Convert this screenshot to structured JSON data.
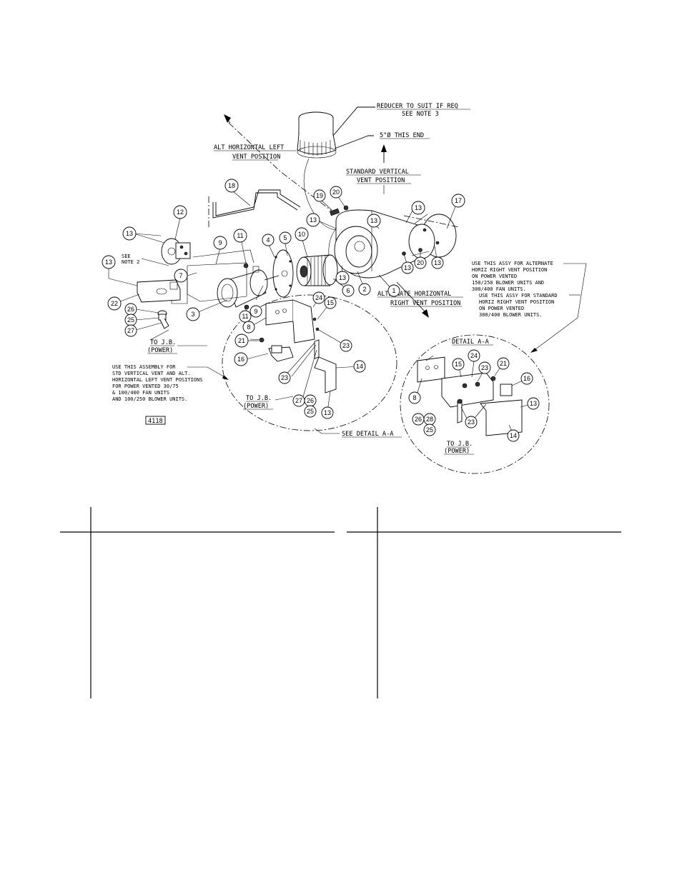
{
  "callouts": {
    "reducer": "REDUCER TO SUIT IF REQ",
    "see_note_3": "SEE NOTE 3",
    "five_dia": "5\"Ø THIS END",
    "alt_horiz_left_1": "ALT HORIZONTAL LEFT",
    "alt_horiz_left_2": "VENT POSITION",
    "std_vert_1": "STANDARD VERTICAL",
    "std_vert_2": "VENT POSITION",
    "alt_horiz_right_1": "ALTERNATE HORIZONTAL",
    "alt_horiz_right_2": "RIGHT VENT POSITION",
    "see_note_2a": "SEE",
    "see_note_2b": "NOTE 2",
    "to_jb_1a": "TO J.B.",
    "to_jb_1b": "(POWER)",
    "to_jb_2a": "TO J.B.",
    "to_jb_2b": "(POWER)",
    "to_jb_3a": "TO J.B.",
    "to_jb_3b": "(POWER)",
    "detail_aa": "DETAIL A-A",
    "see_detail": "SEE DETAIL A-A",
    "drawing_no": "4118"
  },
  "notes": {
    "use_assy_std": [
      "USE THIS ASSEMBLY FOR",
      "STD VERTICAL VENT AND ALT.",
      "HORIZONTAL LEFT VENT POSITIONS",
      "FOR POWER VENTED 30/75",
      "& 100/400 FAN UNITS",
      "AND 100/250 BLOWER UNITS."
    ],
    "use_assy_alt": [
      "USE THIS ASSY FOR ALTERNATE",
      "HORIZ RIGHT VENT POSITION",
      "ON POWER VENTED",
      "150/250 BLOWER UNITS AND",
      "300/400 FAN UNITS."
    ],
    "use_assy_std2": [
      "USE THIS ASSY FOR STANDARD",
      "HORIZ RIGHT VENT POSITION",
      "ON POWER VENTED",
      "300/400 BLOWER UNITS."
    ]
  },
  "part_numbers": {
    "p1": "1",
    "p2": "2",
    "p3": "3",
    "p4": "4",
    "p5": "5",
    "p6": "6",
    "p7": "7",
    "p8": "8",
    "p9": "9",
    "p10": "10",
    "p11": "11",
    "p12": "12",
    "p13": "13",
    "p14": "14",
    "p15": "15",
    "p16": "16",
    "p17": "17",
    "p18": "18",
    "p19": "19",
    "p20": "20",
    "p21": "21",
    "p22": "22",
    "p23": "23",
    "p24": "24",
    "p25": "25",
    "p26": "26",
    "p27": "27",
    "p28": "28"
  }
}
